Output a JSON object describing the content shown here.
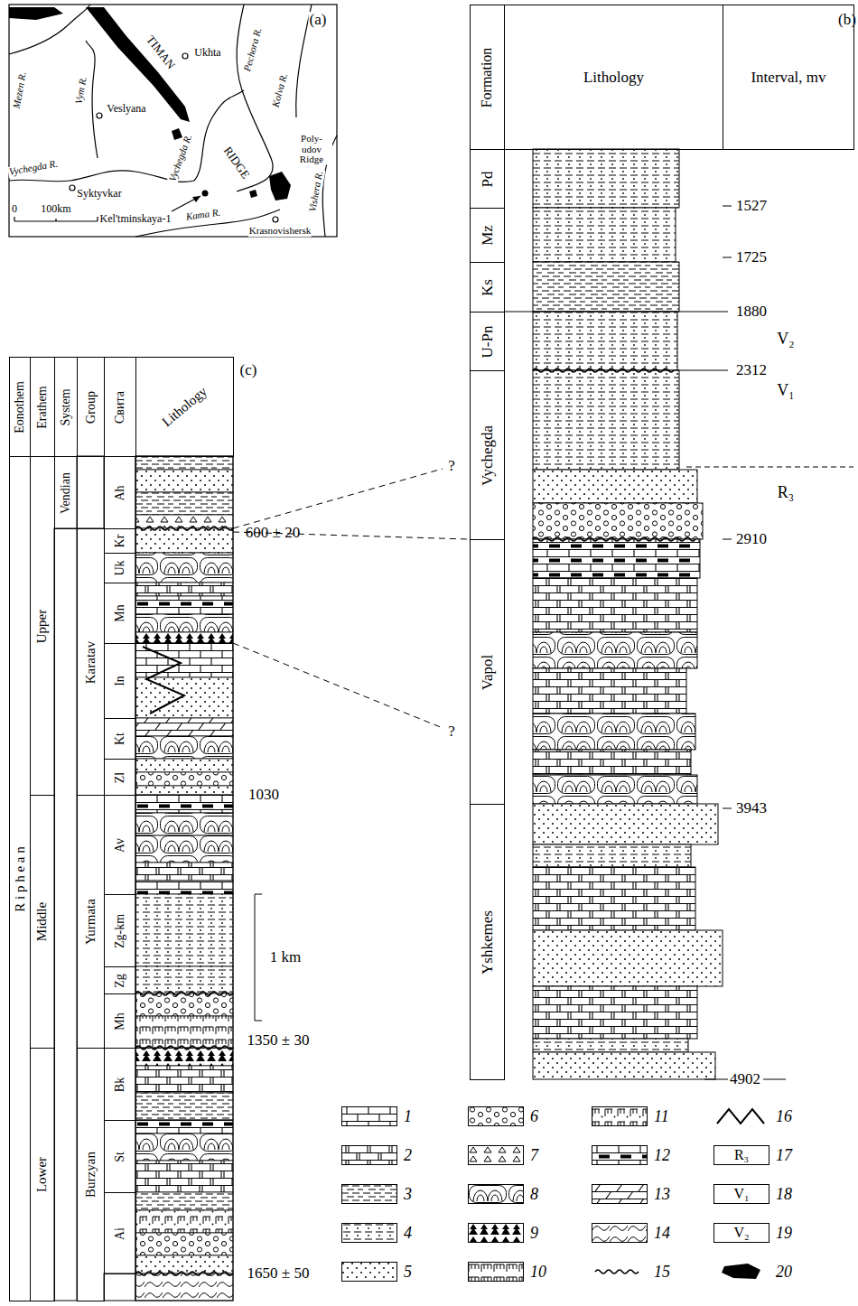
{
  "diagram": {
    "nodes": [
      {
        "text": [
          "Formation"
        ]
      },
      {
        "text": [
          "Lithology"
        ]
      },
      {
        "text": [
          "Interval, mv"
        ]
      },
      {
        "text": [
          "Pd"
        ]
      },
      {
        "text": [
          "Mz"
        ]
      },
      {
        "text": [
          "Ks"
        ]
      },
      {
        "text": [
          "U-Pn"
        ]
      },
      {
        "text": [
          "Vychegda"
        ]
      },
      {
        "text": [
          "Vapol"
        ]
      },
      {
        "text": [
          "Yshkemes"
        ]
      },
      {
        "text": [
          "Eonothem"
        ]
      },
      {
        "text": [
          "Erathem"
        ]
      },
      {
        "text": [
          "System"
        ]
      },
      {
        "text": [
          "Group"
        ]
      },
      {
        "text": [
          "Свита"
        ]
      },
      {
        "text": [
          "Lithology"
        ]
      },
      {
        "text": [
          "R i p h e a n"
        ]
      },
      {
        "text": [
          "Upper"
        ]
      },
      {
        "text": [
          "Middle"
        ]
      },
      {
        "text": [
          "Lower"
        ]
      },
      {
        "text": [
          "Vendian"
        ]
      },
      {
        "text": [
          "Karatav"
        ]
      },
      {
        "text": [
          "Yurmata"
        ]
      },
      {
        "text": [
          "Burzyan"
        ]
      },
      {
        "text": [
          "Ah"
        ]
      },
      {
        "text": [
          "Kr"
        ]
      },
      {
        "text": [
          "Uk"
        ]
      },
      {
        "text": [
          "Mn"
        ]
      },
      {
        "text": [
          "In"
        ]
      },
      {
        "text": [
          "Kt"
        ]
      },
      {
        "text": [
          "Zl"
        ]
      },
      {
        "text": [
          "Av"
        ]
      },
      {
        "text": [
          "Zg-km"
        ]
      },
      {
        "text": [
          "Zg"
        ]
      },
      {
        "text": [
          "Mh"
        ]
      },
      {
        "text": [
          "Bk"
        ]
      },
      {
        "text": [
          "St"
        ]
      },
      {
        "text": [
          "Ai"
        ]
      }
    ],
    "labels": [
      "(a)",
      "TIMAN",
      "Ukhta",
      "Mezen R.",
      "Vym R.",
      "Pechora R.",
      "Kolva R.",
      "Veslyana",
      "Vychegda R.",
      "Syktyvkar",
      "RIDGE",
      "Vychegda R.",
      "Kel'tminskaya-1",
      "Poly- udov Ridge",
      "Vishera R.",
      "Kama R.",
      "Krasnovishersk",
      "0",
      "100km",
      "(b)",
      "1527",
      "1725",
      "1880",
      "V₂",
      "2312",
      "V₁",
      "R₃",
      "2910",
      "3943",
      "4902",
      "?",
      "?",
      "(c)",
      "600 ± 20",
      "1030",
      "1 km",
      "1350 ± 30",
      "1650 ± 50",
      "R₃",
      "V₁",
      "V₂"
    ],
    "legend": [
      {
        "text": "1"
      },
      {
        "text": "2"
      },
      {
        "text": "3"
      },
      {
        "text": "4"
      },
      {
        "text": "5"
      },
      {
        "text": "6"
      },
      {
        "text": "7"
      },
      {
        "text": "8"
      },
      {
        "text": "9"
      },
      {
        "text": "10"
      },
      {
        "text": "11"
      },
      {
        "text": "12"
      },
      {
        "text": "13"
      },
      {
        "text": "14"
      },
      {
        "text": "15"
      },
      {
        "text": "16"
      },
      {
        "text": "17"
      },
      {
        "text": "18"
      },
      {
        "text": "19"
      },
      {
        "text": "20",
        "color": "#000000"
      }
    ]
  }
}
